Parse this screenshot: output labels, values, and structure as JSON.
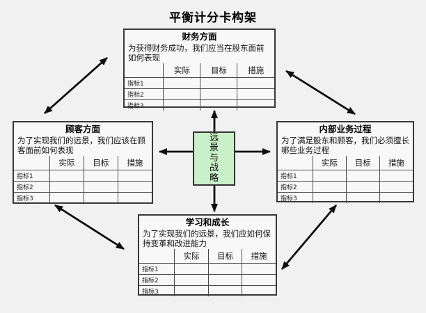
{
  "page": {
    "title": "平衡计分卡构架"
  },
  "center_box": {
    "label": "远景与战略"
  },
  "table_template": {
    "corner": "",
    "headers": [
      "实际",
      "目标",
      "措施"
    ],
    "row_labels": [
      "指标1",
      "指标2",
      "指标3"
    ]
  },
  "perspectives": {
    "financial": {
      "title": "财务方面",
      "description": "为获得财务成功，我们应当在股东面前如何表现"
    },
    "customer": {
      "title": "顾客方面",
      "description": "为了实现我们的远景，我们应该在顾客面前如何表现"
    },
    "internal_process": {
      "title": "内部业务过程",
      "description": "为了满足股东和顾客，我们必须擅长哪些业务过程"
    },
    "learning_growth": {
      "title": "学习和成长",
      "description": "为了实现我们的远景，我们应如何保持变革和改进能力"
    }
  },
  "colors": {
    "background": "#f1f1f1",
    "center_box_fill": "#c9f1c9",
    "box_border": "#383838",
    "arrow": "#0d0d0d"
  }
}
